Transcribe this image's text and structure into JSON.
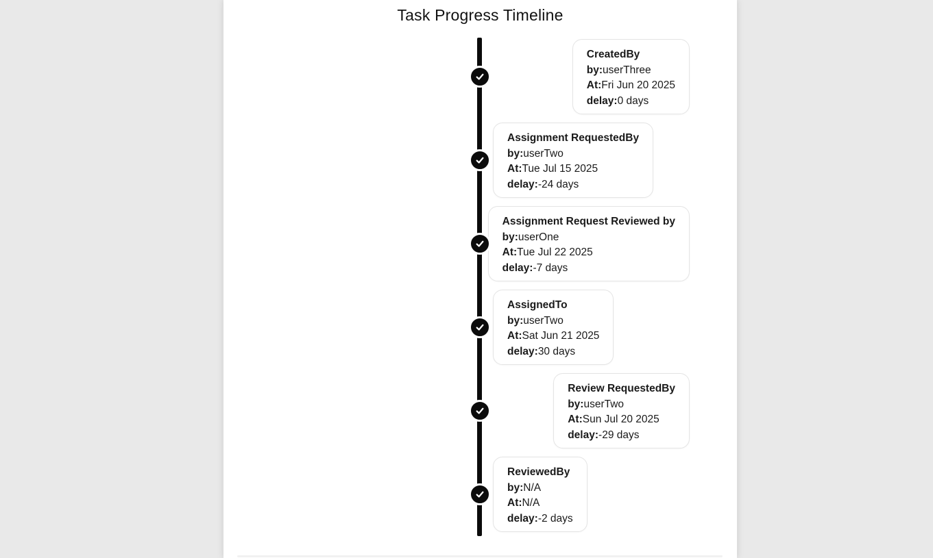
{
  "page": {
    "title": "Task Progress Timeline"
  },
  "labels": {
    "by": "by:",
    "at": "At:",
    "delay": "delay:"
  },
  "theme": {
    "background": "#e9e9e9",
    "panel_background": "#ffffff",
    "line_color": "#0b0b0b",
    "node_color": "#0b0b0b",
    "check_color": "#ffffff",
    "card_border": "#e4e4e4",
    "text_color": "#1a1a1a"
  },
  "timeline": {
    "events": [
      {
        "title": "CreatedBy",
        "by": "userThree",
        "at": "Fri Jun 20 2025",
        "delay": "0 days",
        "side": "left",
        "icon": "check-icon"
      },
      {
        "title": "Assignment RequestedBy",
        "by": "userTwo",
        "at": "Tue Jul 15 2025",
        "delay": "-24 days",
        "side": "right",
        "icon": "check-icon"
      },
      {
        "title": "Assignment Request Reviewed by",
        "by": "userOne",
        "at": "Tue Jul 22 2025",
        "delay": "-7 days",
        "side": "left",
        "icon": "check-icon"
      },
      {
        "title": "AssignedTo",
        "by": "userTwo",
        "at": "Sat Jun 21 2025",
        "delay": "30 days",
        "side": "right",
        "icon": "check-icon"
      },
      {
        "title": "Review RequestedBy",
        "by": "userTwo",
        "at": "Sun Jul 20 2025",
        "delay": "-29 days",
        "side": "left",
        "icon": "check-icon"
      },
      {
        "title": "ReviewedBy",
        "by": "N/A",
        "at": "N/A",
        "delay": "-2 days",
        "side": "right",
        "icon": "check-icon"
      }
    ]
  }
}
